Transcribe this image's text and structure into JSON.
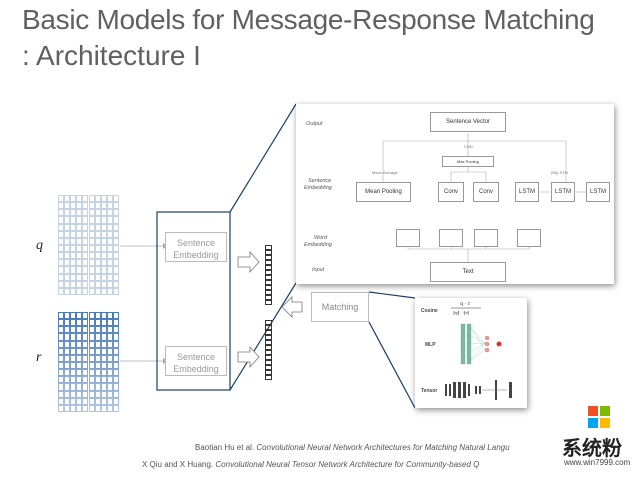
{
  "slide": {
    "title_line1": "Basic Models for Message-Response Matching",
    "title_line2": ": Architecture I"
  },
  "inputs": {
    "q_label": "q",
    "r_label": "r"
  },
  "encoders": {
    "top_line1": "Sentence",
    "top_line2": "Embedding",
    "bottom_line1": "Sentence",
    "bottom_line2": "Embedding"
  },
  "matching": {
    "label": "Matching"
  },
  "detail_panel": {
    "row_labels": {
      "output": "Output",
      "sentence_embedding_1": "Sentence",
      "sentence_embedding_2": "Embedding",
      "word_embedding_1": "Word",
      "word_embedding_2": "Embedding",
      "input": "Input"
    },
    "sentence_vector": "Sentence Vector",
    "cnn_label": "CNN",
    "mean_average": "Mean Average",
    "max_pooling": "Max Pooling",
    "rnn_label": "(Bi)LSTM",
    "mean_pooling": "Mean Pooling",
    "conv1": "Conv",
    "conv2": "Conv",
    "lstm1": "LSTM",
    "lstm2": "LSTM",
    "lstm3": "LSTM",
    "text": "Text"
  },
  "matching_panel": {
    "cosine": "Cosine",
    "mlp": "MLP",
    "tensor": "Tensor"
  },
  "references": {
    "ref1_authors": "Baotian Hu et al.",
    "ref1_title": "Convolutional Neural Network Architectures for Matching Natural Langu",
    "ref2_authors": "X Qiu and X Huang.",
    "ref2_title": "Convolutional Neural Tensor Network Architecture for Community-based Q"
  },
  "watermark": {
    "brand": "系统粉",
    "url": "www.win7999.com"
  },
  "colors": {
    "title": "#606060",
    "grid_top": "#c5d3e2",
    "grid_bottom": "#4c7bb8",
    "frame": "#1a3f66",
    "ms_red": "#f25022",
    "ms_green": "#7fba00",
    "ms_blue": "#00a4ef",
    "ms_yellow": "#ffb900"
  }
}
